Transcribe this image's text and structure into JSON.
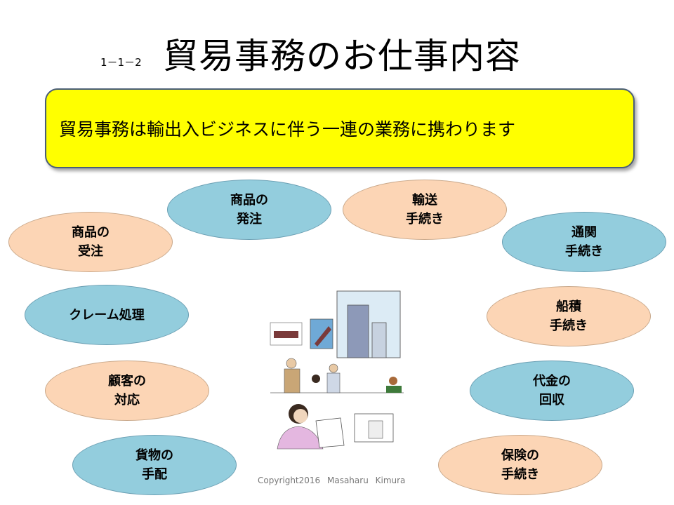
{
  "slide": {
    "number": "1－1－2",
    "title": "貿易事務のお仕事内容",
    "banner": "貿易事務は輸出入ビジネスに伴う一連の業務に携わります",
    "copyright": "Copyright2016 Masaharu Kimura"
  },
  "tasks": [
    {
      "line1": "商品の",
      "line2": "受注",
      "color": "peach"
    },
    {
      "line1": "商品の",
      "line2": "発注",
      "color": "blue"
    },
    {
      "line1": "輸送",
      "line2": "手続き",
      "color": "peach"
    },
    {
      "line1": "通関",
      "line2": "手続き",
      "color": "blue"
    },
    {
      "line1": "クレーム処理",
      "line2": "",
      "color": "blue"
    },
    {
      "line1": "船積",
      "line2": "手続き",
      "color": "peach"
    },
    {
      "line1": "顧客の",
      "line2": "対応",
      "color": "peach"
    },
    {
      "line1": "代金の",
      "line2": "回収",
      "color": "blue"
    },
    {
      "line1": "貨物の",
      "line2": "手配",
      "color": "blue"
    },
    {
      "line1": "保険の",
      "line2": "手続き",
      "color": "peach"
    }
  ],
  "colors": {
    "banner": "#ffff00",
    "blue": "#93cddd",
    "peach": "#fcd5b5"
  }
}
